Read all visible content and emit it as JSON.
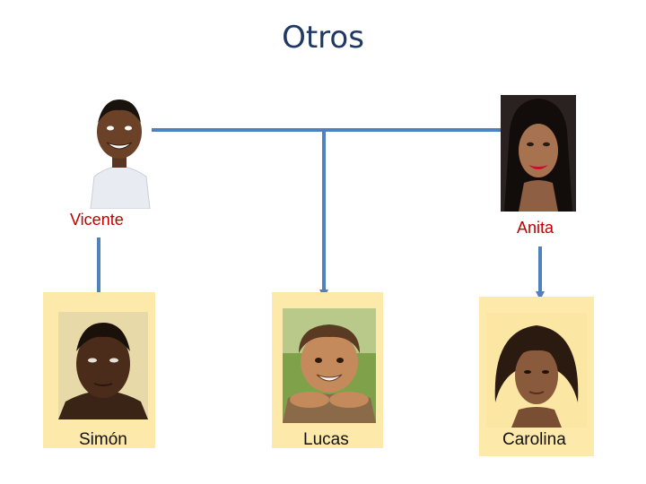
{
  "title": "Otros",
  "parents": {
    "father": {
      "name": "Vicente"
    },
    "mother": {
      "name": "Anita"
    }
  },
  "children": [
    {
      "name": "Simón"
    },
    {
      "name": "Lucas"
    },
    {
      "name": "Carolina"
    }
  ],
  "colors": {
    "title": "#1f3864",
    "connector": "#4f81bd",
    "card_background": "#fde9a9",
    "parent_label": "#c00000"
  }
}
